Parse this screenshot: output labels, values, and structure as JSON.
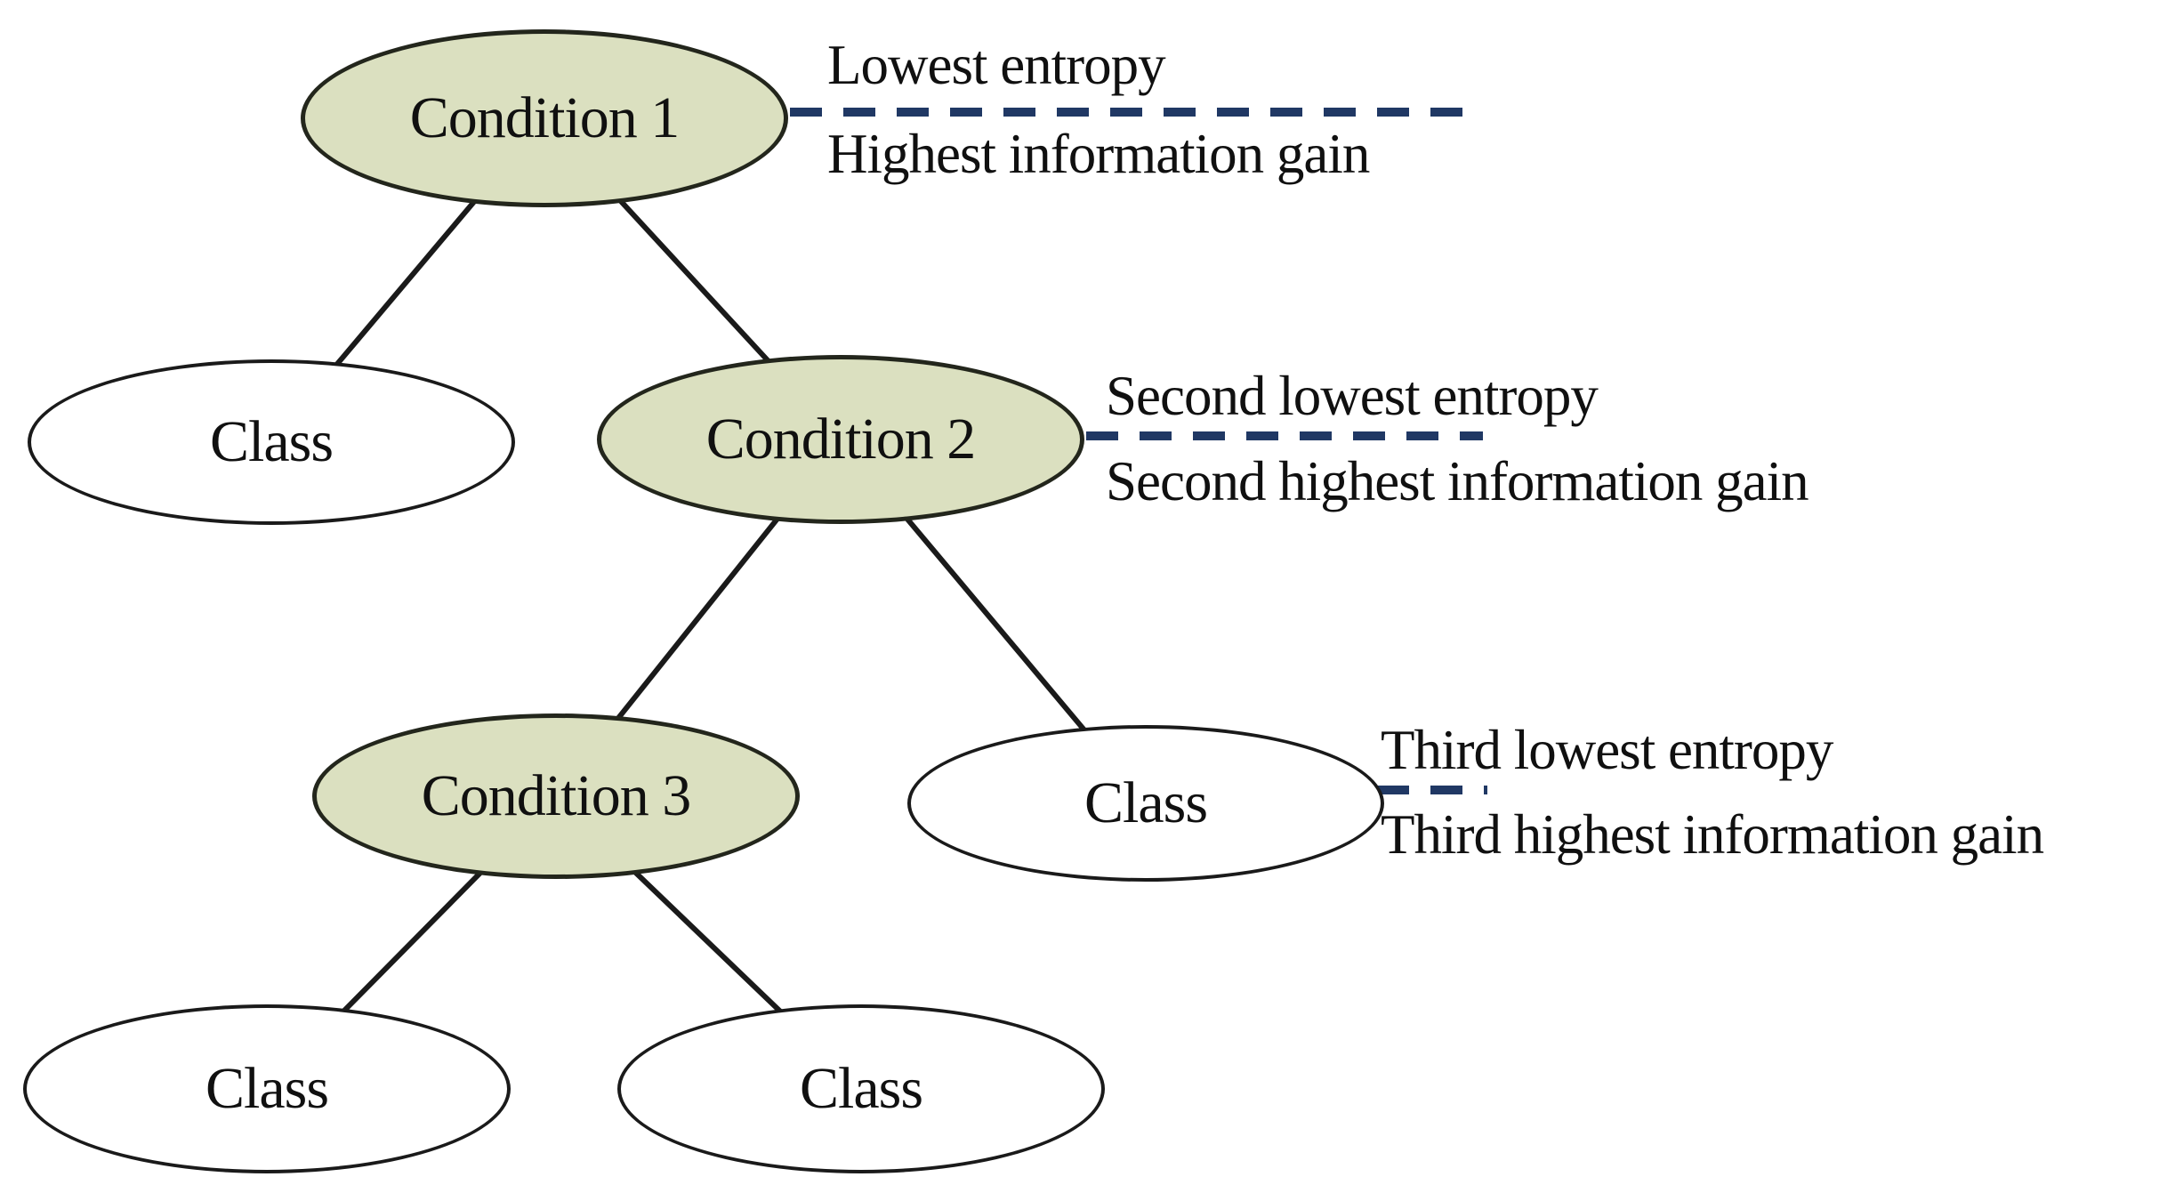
{
  "colors": {
    "background": "#ffffff",
    "condition_fill": "#dbe0c0",
    "condition_stroke": "#23261c",
    "class_fill": "#ffffff",
    "class_stroke": "#1a1a1a",
    "edge_line": "#1a1a1a",
    "annotation_dash": "#203864",
    "text": "#101010"
  },
  "tree": {
    "nodes": [
      {
        "id": "condition-1",
        "kind": "condition",
        "label": "Condition 1"
      },
      {
        "id": "class-1",
        "kind": "class",
        "label": "Class"
      },
      {
        "id": "condition-2",
        "kind": "condition",
        "label": "Condition 2"
      },
      {
        "id": "condition-3",
        "kind": "condition",
        "label": "Condition 3"
      },
      {
        "id": "class-2",
        "kind": "class",
        "label": "Class"
      },
      {
        "id": "class-3",
        "kind": "class",
        "label": "Class"
      },
      {
        "id": "class-4",
        "kind": "class",
        "label": "Class"
      }
    ],
    "edges": [
      {
        "from": "condition-1",
        "to": "class-1"
      },
      {
        "from": "condition-1",
        "to": "condition-2"
      },
      {
        "from": "condition-2",
        "to": "condition-3"
      },
      {
        "from": "condition-2",
        "to": "class-2"
      },
      {
        "from": "condition-3",
        "to": "class-3"
      },
      {
        "from": "condition-3",
        "to": "class-4"
      }
    ]
  },
  "annotations": [
    {
      "target": "condition-1",
      "line1": "Lowest entropy",
      "line2": "Highest information gain"
    },
    {
      "target": "condition-2",
      "line1": "Second lowest entropy",
      "line2": "Second highest information gain"
    },
    {
      "target": "class-2",
      "line1": "Third lowest entropy",
      "line2": "Third highest information gain"
    }
  ]
}
